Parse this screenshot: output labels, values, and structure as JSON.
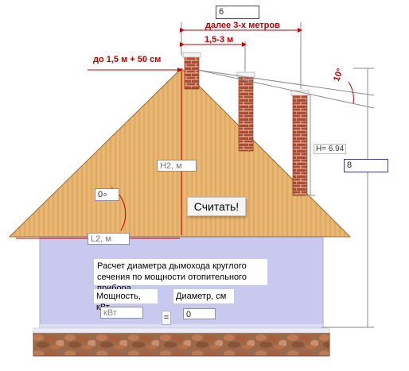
{
  "dimensions": {
    "top_value": "6",
    "further_label": "далее 3-х метров",
    "range_label": "1,5-3 м",
    "near_label": "до 1,5 м + 50 см",
    "angle_label": "10°",
    "height_readout": "H= 6.94",
    "total_height_value": "8"
  },
  "roof": {
    "h2_placeholder": "H2, м",
    "angle_value": "0",
    "angle_unit": "о",
    "l2_placeholder": "L2, м"
  },
  "calculate_label": "Считать!",
  "calculator": {
    "title": "Расчет диаметра дымохода круглого сечения по мощности отопительного прибора",
    "power_label": "Мощность, кВт",
    "diameter_label": "Диаметр, см",
    "power_placeholder": "кВт",
    "equals_label": "=",
    "diameter_value": "0"
  },
  "colors": {
    "wall": "#c9c9ef",
    "roof": "#e8b672",
    "brick": "#b54a2c",
    "dimension_red": "#c00000"
  }
}
